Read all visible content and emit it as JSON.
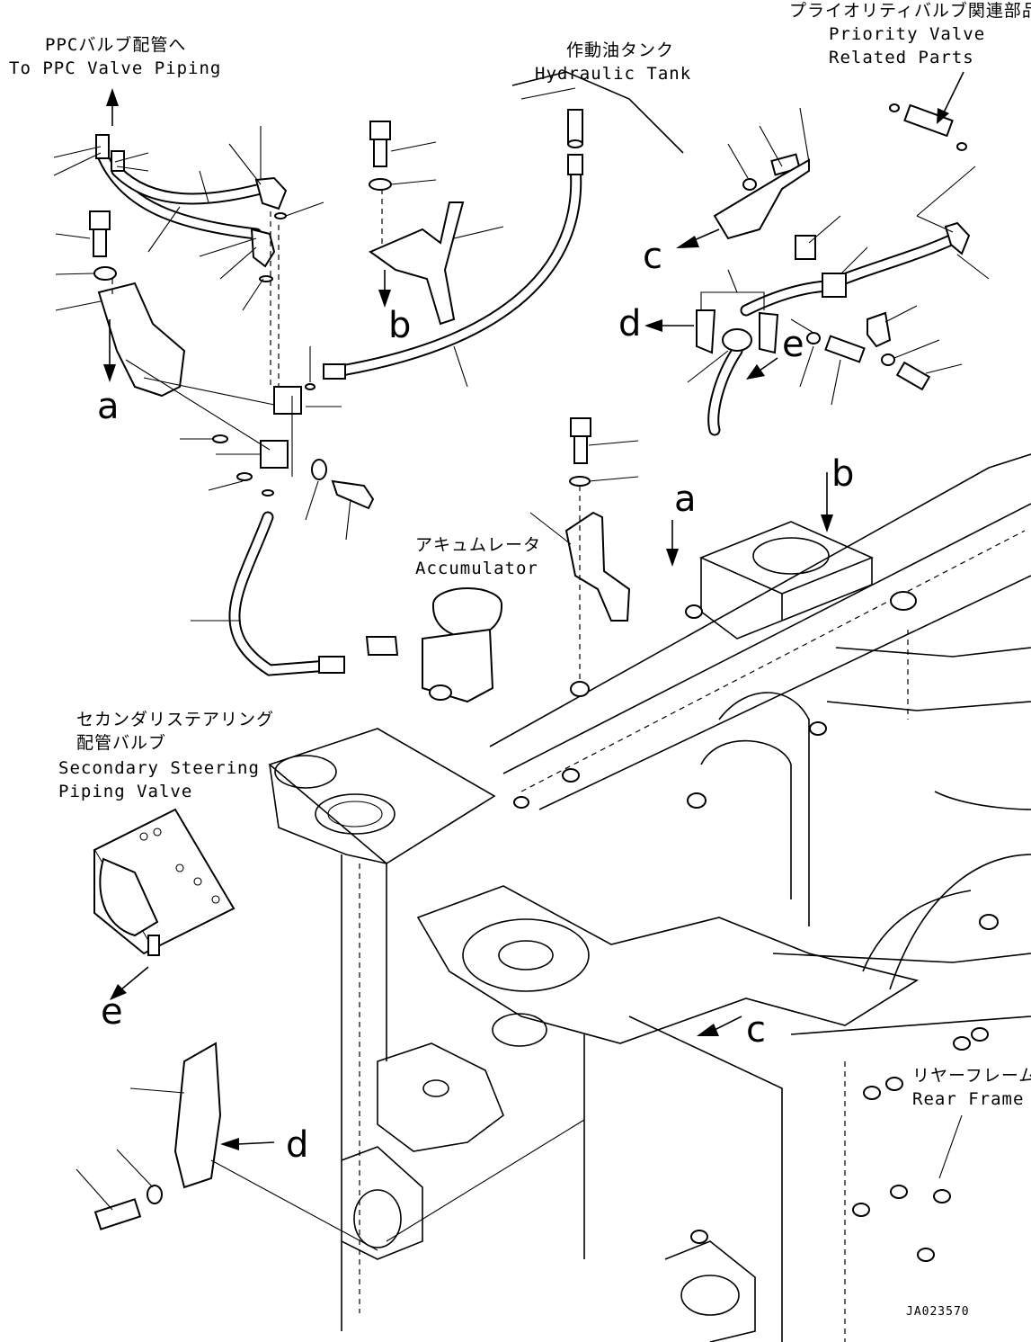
{
  "labels": {
    "ppc_jp": "PPCバルブ配管へ",
    "ppc_en": "To PPC Valve Piping",
    "tank_jp": "作動油タンク",
    "tank_en": "Hydraulic Tank",
    "priority_jp": "プライオリティバルブ関連部品",
    "priority_en1": "Priority Valve",
    "priority_en2": "Related Parts",
    "accum_jp": "アキュムレータ",
    "accum_en": "Accumulator",
    "secondary_jp1": "セカンダリステアリング",
    "secondary_jp2": "配管バルブ",
    "secondary_en1": "Secondary Steering",
    "secondary_en2": "Piping Valve",
    "rear_jp": "リヤーフレーム",
    "rear_en": "Rear Frame",
    "drawing_code": "JA023570"
  },
  "reference_letters": {
    "a_top": "a",
    "a_frame": "a",
    "b_top": "b",
    "b_frame": "b",
    "c_top": "c",
    "c_frame": "c",
    "d_top": "d",
    "d_bottom": "d",
    "e_top": "e",
    "e_bottom": "e"
  }
}
